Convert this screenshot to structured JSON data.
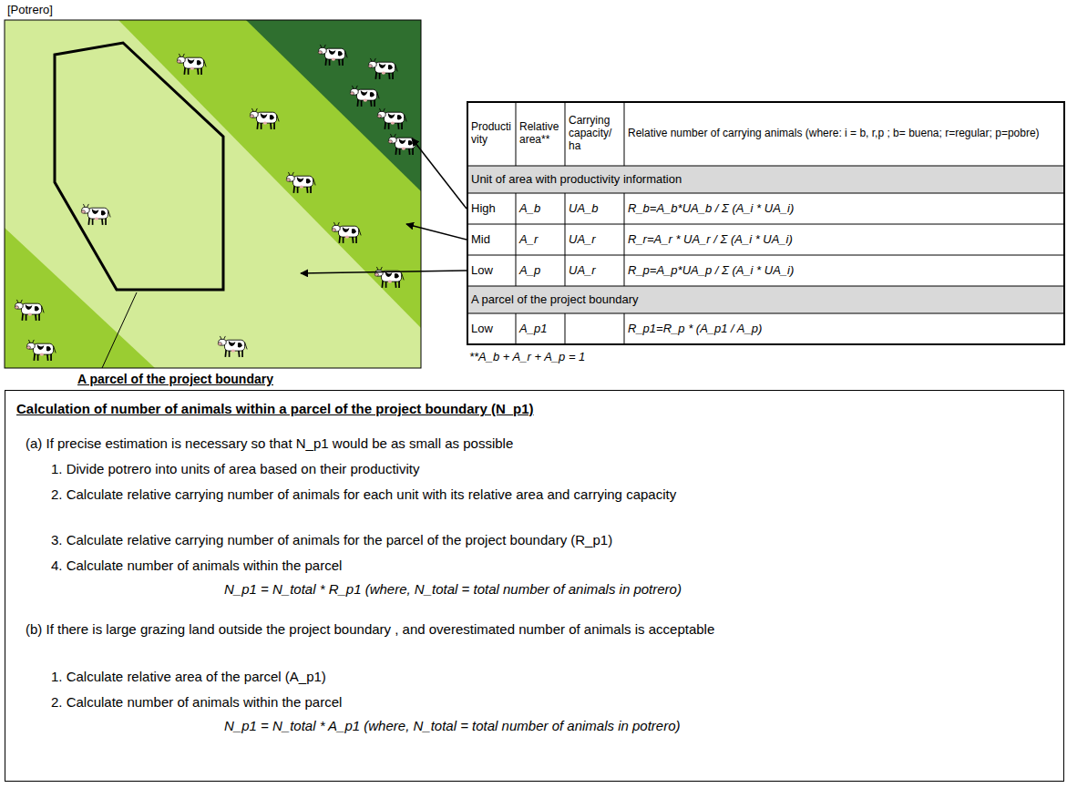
{
  "diagram": {
    "nodes": [
      {
        "text": [
          "Calculation of number of animals within a parcel of the project boundary (N_p1)",
          "(a) If precise estimation is necessary so that N_p1 would be as small as possible",
          "1. Divide potrero into units of area based on their productivity",
          "2. Calculate relative carrying number of animals for each unit with its relative area and carrying capacity",
          "3. Calculate relative carrying number of animals for the parcel of the project boundary (R_p1)",
          "4. Calculate number of animals within the parcel",
          "N_p1 = N_total * R_p1 (where, N_total = total number of animals in potrero)",
          "(b) If there is large grazing land outside the project boundary , and overestimated number of animals is acceptable",
          "1. Calculate relative area of the parcel (A_p1)",
          "2. Calculate number of animals within the parcel",
          "N_p1 = N_total * A_p1 (where, N_total = total number of animals in potrero)"
        ]
      }
    ],
    "labels": [
      "[Potrero]",
      "Productivity",
      "Relative area**",
      "Carrying capacity/ ha",
      "Relative number of carrying animals (where: i = b, r,p ; b= buena; r=regular; p=pobre)",
      "Unit of area with productivity information",
      "High",
      "A_b",
      "UA_b",
      "R_b=A_b*UA_b / Σ (A_i * UA_i)",
      "Mid",
      "A_r",
      "UA_r",
      "R_r=A_r * UA_r / Σ (A_i * UA_i)",
      "Low",
      "A_p",
      "UA_r",
      "R_p=A_p*UA_p / Σ (A_i * UA_i)",
      "A parcel of the project boundary",
      "Low",
      "A_p1",
      "R_p1=R_p * (A_p1 / A_p)",
      "A parcel of the project boundary",
      "**A_b + A_r + A_p = 1"
    ]
  }
}
